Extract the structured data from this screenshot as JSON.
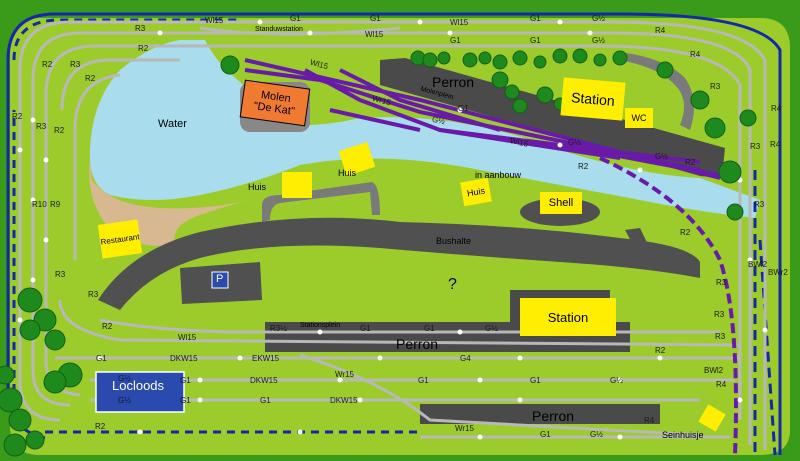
{
  "colors": {
    "board": "#3a9a1a",
    "grass": "#9ccc2c",
    "water": "#a9dcec",
    "road": "#505050",
    "platform": "#4a4a4a",
    "rail_grey": "#b8b8b8",
    "rail_blue": "#1428a8",
    "rail_purple": "#6a1aa8",
    "building_yellow": "#ffee00",
    "mill_orange": "#f07a30",
    "shed_blue": "#2a4ab0",
    "sand": "#d8b890",
    "tree_green": "#1e8a1e"
  },
  "labels": {
    "water": "Water",
    "molen": "Molen\n\"De Kat\"",
    "perron_top": "Perron",
    "station_top": "Station",
    "wc": "WC",
    "huis_1": "Huis",
    "huis_2": "Huis",
    "huis_3": "Huis",
    "in_aanbouw": "in aanbouw",
    "shell": "Shell",
    "bushalte": "Bushalte",
    "restaurant": "Restaurant",
    "parking": "P",
    "question": "?",
    "station_mid": "Station",
    "perron_mid": "Perron",
    "perron_bottom": "Perron",
    "locloods": "Locloods",
    "seinhuisje": "Seinhuisje",
    "standuwstation": "Standuwstation",
    "molenplein": "Molenplein",
    "stationsplein": "Stationsplein"
  },
  "track_labels": [
    {
      "text": "Wl15",
      "id": "t1"
    },
    {
      "text": "G1",
      "id": "t2"
    },
    {
      "text": "G1",
      "id": "t3"
    },
    {
      "text": "Wl15",
      "id": "t4"
    },
    {
      "text": "G1",
      "id": "t5"
    },
    {
      "text": "G½",
      "id": "t6"
    },
    {
      "text": "R4",
      "id": "t7"
    },
    {
      "text": "R3",
      "id": "t8"
    },
    {
      "text": "Wl15",
      "id": "t9"
    },
    {
      "text": "G1",
      "id": "t10"
    },
    {
      "text": "G1",
      "id": "t11"
    },
    {
      "text": "G½",
      "id": "t12"
    },
    {
      "text": "R2",
      "id": "t13"
    },
    {
      "text": "R3",
      "id": "t14"
    },
    {
      "text": "R2",
      "id": "t15"
    },
    {
      "text": "R2",
      "id": "t16"
    },
    {
      "text": "R3",
      "id": "t17"
    },
    {
      "text": "R4",
      "id": "t18"
    },
    {
      "text": "R3",
      "id": "t19"
    },
    {
      "text": "R10",
      "id": "t20"
    },
    {
      "text": "R9",
      "id": "t21"
    },
    {
      "text": "R2",
      "id": "t22"
    },
    {
      "text": "R3",
      "id": "t23"
    },
    {
      "text": "R3",
      "id": "t24"
    },
    {
      "text": "R4",
      "id": "t25"
    },
    {
      "text": "R3",
      "id": "t26"
    },
    {
      "text": "R2",
      "id": "t27"
    },
    {
      "text": "R3",
      "id": "t28"
    },
    {
      "text": "BWl2",
      "id": "t29"
    },
    {
      "text": "BWr2",
      "id": "t30"
    },
    {
      "text": "R3",
      "id": "t31"
    },
    {
      "text": "R2",
      "id": "t32"
    },
    {
      "text": "R2",
      "id": "t33"
    },
    {
      "text": "R4",
      "id": "t34"
    },
    {
      "text": "R3",
      "id": "t35"
    },
    {
      "text": "BWl2",
      "id": "t36"
    },
    {
      "text": "R4",
      "id": "t37"
    },
    {
      "text": "R3",
      "id": "t38"
    },
    {
      "text": "R2",
      "id": "t39"
    },
    {
      "text": "R4",
      "id": "t40"
    },
    {
      "text": "Wl15",
      "id": "t41"
    },
    {
      "text": "R3½",
      "id": "t42"
    },
    {
      "text": "G1",
      "id": "t43"
    },
    {
      "text": "G1",
      "id": "t44"
    },
    {
      "text": "G½",
      "id": "t45"
    },
    {
      "text": "G1",
      "id": "t46"
    },
    {
      "text": "DKW15",
      "id": "t47"
    },
    {
      "text": "EKW15",
      "id": "t48"
    },
    {
      "text": "G4",
      "id": "t49"
    },
    {
      "text": "G½",
      "id": "t50"
    },
    {
      "text": "G1",
      "id": "t51"
    },
    {
      "text": "DKW15",
      "id": "t52"
    },
    {
      "text": "Wr15",
      "id": "t53"
    },
    {
      "text": "G1",
      "id": "t54"
    },
    {
      "text": "G1",
      "id": "t55"
    },
    {
      "text": "G½",
      "id": "t56"
    },
    {
      "text": "G1",
      "id": "t57"
    },
    {
      "text": "DKW15",
      "id": "t58"
    },
    {
      "text": "G½",
      "id": "t59"
    },
    {
      "text": "Wr15",
      "id": "t60"
    },
    {
      "text": "G1",
      "id": "t61"
    },
    {
      "text": "G½",
      "id": "t62"
    },
    {
      "text": "G1",
      "id": "t63"
    },
    {
      "text": "R2",
      "id": "t64"
    },
    {
      "text": "Wl15",
      "id": "t65"
    },
    {
      "text": "Wr15",
      "id": "t66"
    },
    {
      "text": "G1",
      "id": "t67"
    },
    {
      "text": "G½",
      "id": "t68"
    },
    {
      "text": "Wl15",
      "id": "t69"
    },
    {
      "text": "G½",
      "id": "t70"
    },
    {
      "text": "R2",
      "id": "t71"
    },
    {
      "text": "G½",
      "id": "t72"
    },
    {
      "text": "R2",
      "id": "t73"
    }
  ]
}
